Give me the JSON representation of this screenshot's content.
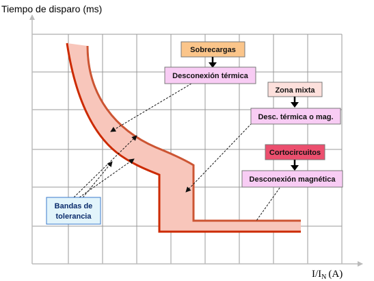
{
  "y_axis_title": "Tiempo de disparo (ms)",
  "x_axis_title": {
    "main": "I/I",
    "subscript": "N",
    "unit": "(A)"
  },
  "labels": {
    "sobrecargas": "Sobrecargas",
    "desconexion_termica": "Desconexión térmica",
    "zona_mixta": "Zona mixta",
    "desc_termica_mag": "Desc. térmica o mag.",
    "cortocircuitos": "Cortocircuitos",
    "desconexion_magnetica": "Desconexión magnética",
    "bandas_line1": "Bandas de",
    "bandas_line2": "tolerancia"
  },
  "colors": {
    "grid": "#999999",
    "band_fill": "#f8c6bb",
    "curve_stroke": "#cc5533",
    "curve_stroke_bottom": "#cc2a00",
    "sobrecargas_fill": "#fbc58a",
    "desconexion_fill": "#f8ccf4",
    "zona_mixta_fill": "#fde0dc",
    "cortocircuitos_fill": "#ec4f6e",
    "bandas_fill": "#e2f4fb",
    "bandas_stroke": "#3a7acb",
    "box_stroke": "#777777",
    "arrow": "#000000"
  }
}
